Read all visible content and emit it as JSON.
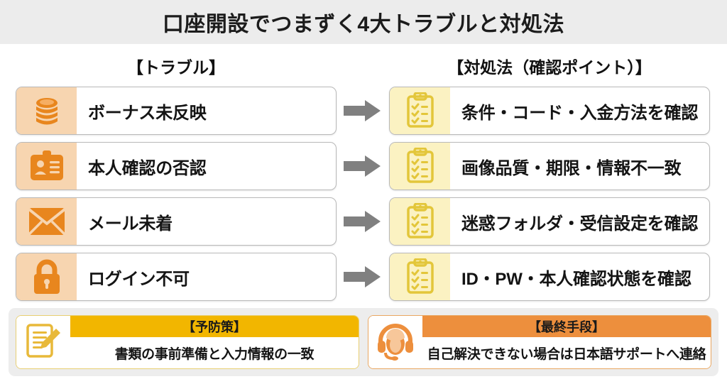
{
  "header": {
    "title": "口座開設でつまずく4大トラブルと対処法",
    "band_color": "#ECECEC"
  },
  "columns": {
    "left_heading": "【トラブル】",
    "right_heading": "【対処法（確認ポイント）】"
  },
  "rows": [
    {
      "trouble": {
        "icon": "coins-icon",
        "label": "ボーナス未反映"
      },
      "arrow": "arrow-right-icon",
      "solution": {
        "icon": "clipboard-checklist-icon",
        "label": "条件・コード・入金方法を確認"
      }
    },
    {
      "trouble": {
        "icon": "id-card-icon",
        "label": "本人確認の否認"
      },
      "arrow": "arrow-right-icon",
      "solution": {
        "icon": "clipboard-checklist-icon",
        "label": "画像品質・期限・情報不一致"
      }
    },
    {
      "trouble": {
        "icon": "envelope-icon",
        "label": "メール未着"
      },
      "arrow": "arrow-right-icon",
      "solution": {
        "icon": "clipboard-checklist-icon",
        "label": "迷惑フォルダ・受信設定を確認"
      }
    },
    {
      "trouble": {
        "icon": "lock-icon",
        "label": "ログイン不可"
      },
      "arrow": "arrow-right-icon",
      "solution": {
        "icon": "clipboard-checklist-icon",
        "label": "ID・PW・本人確認状態を確認"
      }
    }
  ],
  "footer": {
    "prevention": {
      "icon": "document-pen-icon",
      "heading": "【予防策】",
      "text": "書類の事前準備と入力情報の一致",
      "heading_color": "#F2B600"
    },
    "last_resort": {
      "icon": "headset-support-icon",
      "heading": "【最終手段】",
      "text": "自己解決できない場合は日本語サポートへ連絡",
      "heading_color": "#ED8F3D"
    }
  },
  "colors": {
    "trouble_tile": "#F7D5B0",
    "trouble_icon": "#E8861E",
    "solution_tile": "#FBF2C2",
    "solution_icon": "#E3C63A",
    "arrow": "#808080",
    "card_border": "#B9B9B9",
    "footer_container": "#EDEDED"
  }
}
